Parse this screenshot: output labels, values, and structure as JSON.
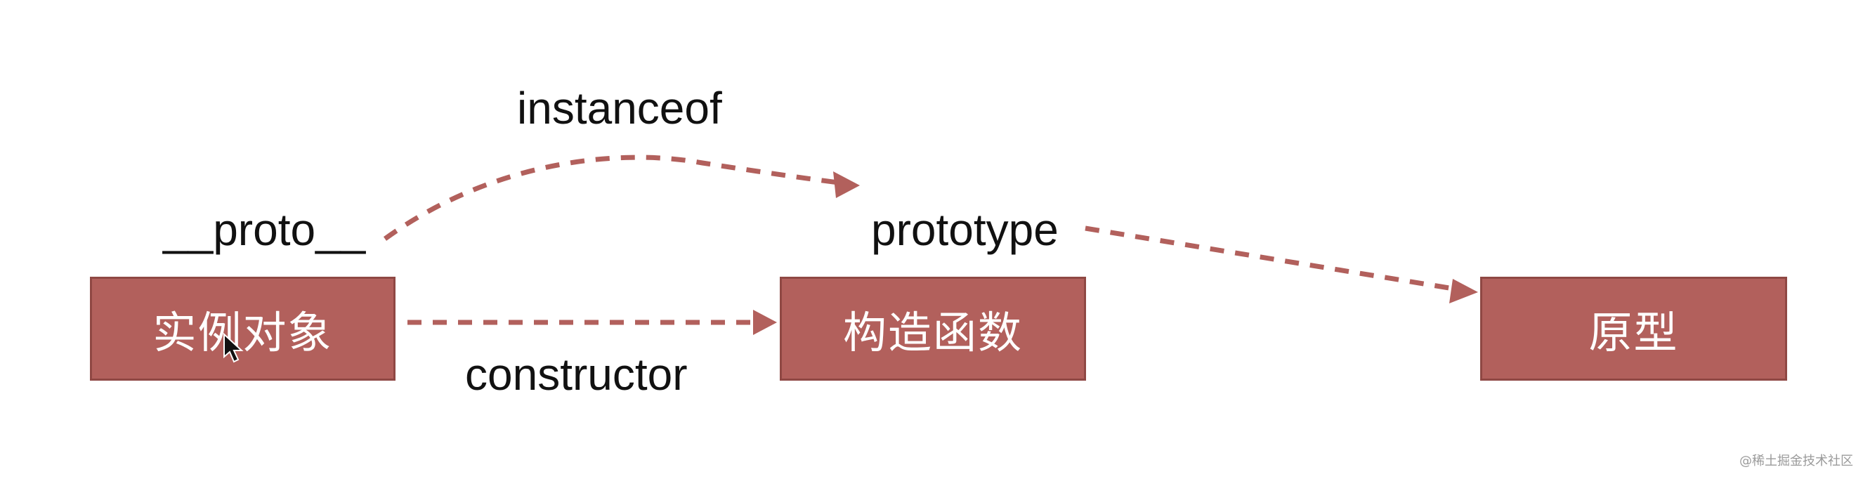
{
  "diagram": {
    "nodes": {
      "instance": "实例对象",
      "constructor": "构造函数",
      "prototype": "原型"
    },
    "edge_labels": {
      "instanceof": "instanceof",
      "proto": "__proto__",
      "prototype": "prototype",
      "constructor": "constructor"
    },
    "edges": [
      {
        "from": "实例对象",
        "to": "构造函数",
        "label": "instanceof"
      },
      {
        "from": "构造函数",
        "to": "原型",
        "label": "prototype"
      },
      {
        "from": "实例对象",
        "to": "构造函数",
        "label": "constructor"
      }
    ]
  },
  "colors": {
    "node_fill": "#b2605c",
    "node_border": "#8f4844",
    "node_text": "#ffffff",
    "arrow": "#b2605c",
    "label_text": "#111111"
  },
  "watermark": "@稀土掘金技术社区"
}
